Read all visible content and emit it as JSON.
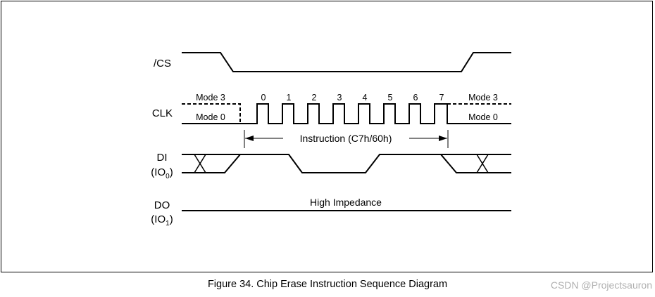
{
  "signals": {
    "cs": "/CS",
    "clk": "CLK",
    "di": "DI",
    "di_sub_pre": "(IO",
    "di_sub_idx": "0",
    "di_sub_post": ")",
    "do": "DO",
    "do_sub_pre": "(IO",
    "do_sub_idx": "1",
    "do_sub_post": ")"
  },
  "clk_labels": {
    "mode3_left": "Mode 3",
    "mode0_left": "Mode 0",
    "mode3_right": "Mode 3",
    "mode0_right": "Mode 0",
    "bits": [
      "0",
      "1",
      "2",
      "3",
      "4",
      "5",
      "6",
      "7"
    ]
  },
  "annotations": {
    "instruction": "Instruction (C7h/60h)",
    "high_impedance": "High Impedance"
  },
  "caption": "Figure 34. Chip Erase Instruction Sequence Diagram",
  "watermark": "CSDN @Projectsauron"
}
